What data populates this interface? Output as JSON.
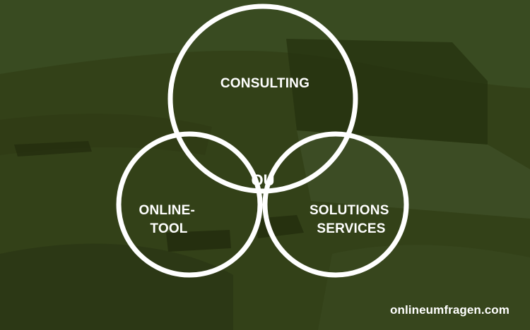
{
  "diagram": {
    "circles": {
      "top": {
        "label": "CONSULTING"
      },
      "left": {
        "label_lines": [
          "ONLINE-",
          "TOOL"
        ]
      },
      "right": {
        "label_lines": [
          "SOLUTIONS",
          "SERVICES"
        ]
      }
    },
    "center_label": "OU",
    "colors": {
      "ring": "#ffffff",
      "center_fill": "#12f2e0",
      "background": "#314018"
    }
  },
  "footer": {
    "website": "onlineumfragen.com"
  }
}
